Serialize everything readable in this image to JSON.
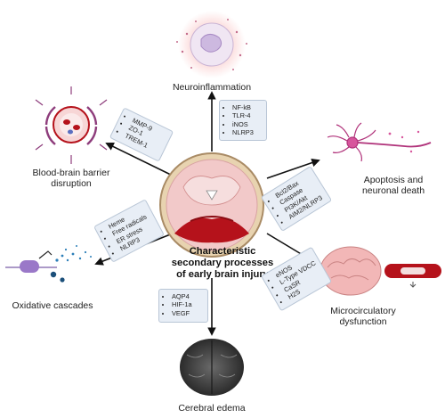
{
  "center": {
    "title_line1": "Characteristic",
    "title_line2": "secondary processes",
    "title_line3": "of early brain injury"
  },
  "outcomes": {
    "neuroinflammation": "Neuroinflammation",
    "bbb_line1": "Blood-brain barrier",
    "bbb_line2": "disruption",
    "apoptosis_line1": "Apoptosis and",
    "apoptosis_line2": "neuronal death",
    "oxidative": "Oxidative cascades",
    "micro_line1": "Microcirculatory",
    "micro_line2": "dysfunction",
    "edema": "Cerebral edema"
  },
  "mediators": {
    "neuroinflammation": [
      "NF-kB",
      "TLR-4",
      "iNOS",
      "NLRP3"
    ],
    "bbb": [
      "MMP-9",
      "ZO-1",
      "TREM-1"
    ],
    "apoptosis": [
      "Bcl2/Bax",
      "Caspase",
      "PI3K/Akt",
      "AIM2/NLRP3"
    ],
    "oxidative": [
      "Heme",
      "Free radicals",
      "ER stress",
      "NLRP3"
    ],
    "micro": [
      "eNOS",
      "L-Type VDCC",
      "CaSR",
      "H2S"
    ],
    "edema": [
      "AQP4",
      "HIF-1a",
      "VEGF"
    ]
  },
  "colors": {
    "arrow": "#111111",
    "box_fill": "#e8eef6",
    "blood": "#b5121b",
    "brain_pink": "#f2c9c9",
    "neuron_purple": "#b0327a",
    "blue_dots": "#2c7fb8"
  }
}
